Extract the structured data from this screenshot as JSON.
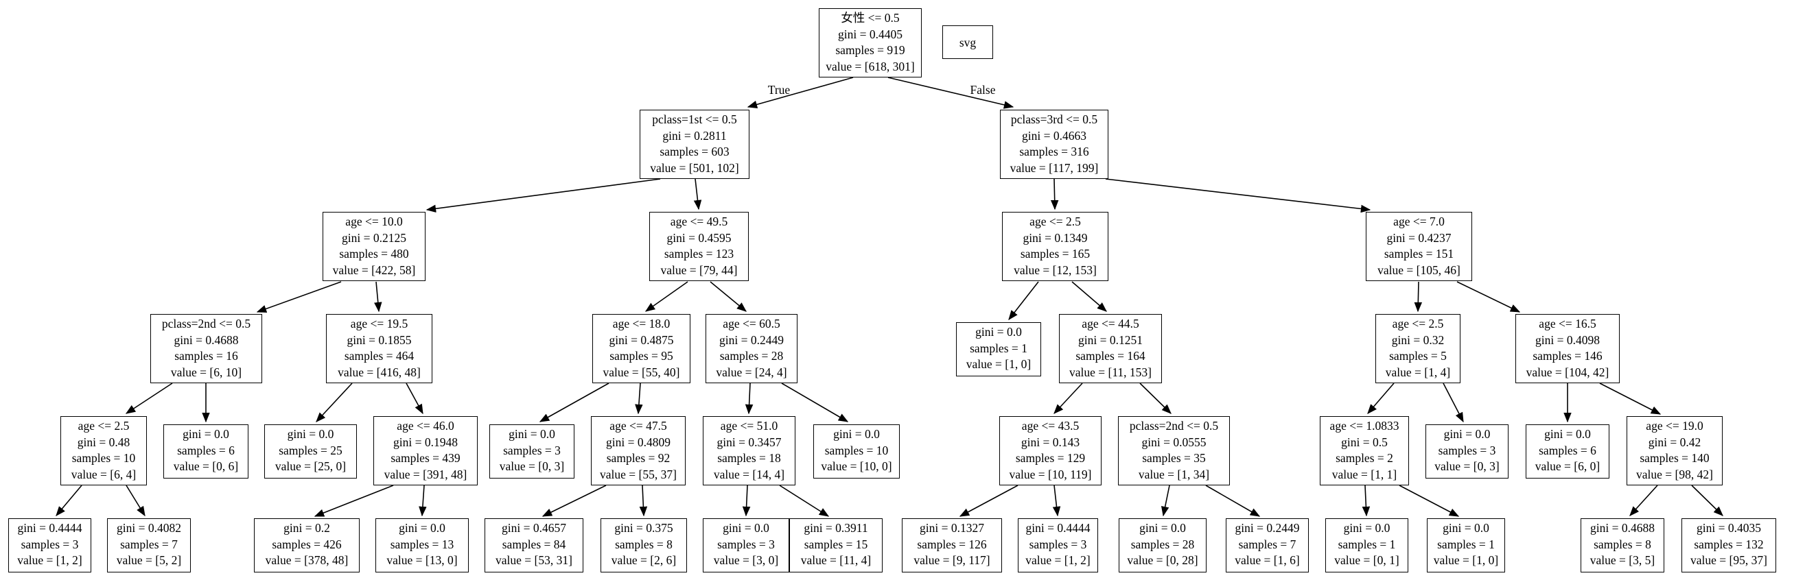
{
  "diagram": {
    "type": "decision-tree",
    "description": "Graphviz rendering of a scikit-learn decision tree (Titanic survival)",
    "colors": {
      "background": "#ffffff",
      "node_border": "#000000",
      "text": "#000000",
      "edge": "#000000"
    }
  },
  "edge_labels": {
    "true_label": "True",
    "false_label": "False"
  },
  "svg_badge": {
    "text": "svg"
  },
  "nodes": {
    "root": {
      "text": "女性 <= 0.5\ngini = 0.4405\nsamples = 919\nvalue = [618, 301]"
    },
    "p1": {
      "text": "pclass=1st <= 0.5\ngini = 0.2811\nsamples = 603\nvalue = [501, 102]"
    },
    "p3": {
      "text": "pclass=3rd <= 0.5\ngini = 0.4663\nsamples = 316\nvalue = [117, 199]"
    },
    "age10": {
      "text": "age <= 10.0\ngini = 0.2125\nsamples = 480\nvalue = [422, 58]"
    },
    "age49_5": {
      "text": "age <= 49.5\ngini = 0.4595\nsamples = 123\nvalue = [79, 44]"
    },
    "age2_5a": {
      "text": "age <= 2.5\ngini = 0.1349\nsamples = 165\nvalue = [12, 153]"
    },
    "age7": {
      "text": "age <= 7.0\ngini = 0.4237\nsamples = 151\nvalue = [105, 46]"
    },
    "p2a": {
      "text": "pclass=2nd <= 0.5\ngini = 0.4688\nsamples = 16\nvalue = [6, 10]"
    },
    "age19_5": {
      "text": "age <= 19.5\ngini = 0.1855\nsamples = 464\nvalue = [416, 48]"
    },
    "age18": {
      "text": "age <= 18.0\ngini = 0.4875\nsamples = 95\nvalue = [55, 40]"
    },
    "age60_5": {
      "text": "age <= 60.5\ngini = 0.2449\nsamples = 28\nvalue = [24, 4]"
    },
    "leaf_1_0_r4": {
      "text": "gini = 0.0\nsamples = 1\nvalue = [1, 0]"
    },
    "age44_5": {
      "text": "age <= 44.5\ngini = 0.1251\nsamples = 164\nvalue = [11, 153]"
    },
    "age2_5c": {
      "text": "age <= 2.5\ngini = 0.32\nsamples = 5\nvalue = [1, 4]"
    },
    "age16_5": {
      "text": "age <= 16.5\ngini = 0.4098\nsamples = 146\nvalue = [104, 42]"
    },
    "age2_5b": {
      "text": "age <= 2.5\ngini = 0.48\nsamples = 10\nvalue = [6, 4]"
    },
    "leaf_0_6": {
      "text": "gini = 0.0\nsamples = 6\nvalue = [0, 6]"
    },
    "leaf_25_0": {
      "text": "gini = 0.0\nsamples = 25\nvalue = [25, 0]"
    },
    "age46": {
      "text": "age <= 46.0\ngini = 0.1948\nsamples = 439\nvalue = [391, 48]"
    },
    "leaf_0_3a": {
      "text": "gini = 0.0\nsamples = 3\nvalue = [0, 3]"
    },
    "age47_5": {
      "text": "age <= 47.5\ngini = 0.4809\nsamples = 92\nvalue = [55, 37]"
    },
    "age51": {
      "text": "age <= 51.0\ngini = 0.3457\nsamples = 18\nvalue = [14, 4]"
    },
    "leaf_10_0": {
      "text": "gini = 0.0\nsamples = 10\nvalue = [10, 0]"
    },
    "age43_5": {
      "text": "age <= 43.5\ngini = 0.143\nsamples = 129\nvalue = [10, 119]"
    },
    "p2b": {
      "text": "pclass=2nd <= 0.5\ngini = 0.0555\nsamples = 35\nvalue = [1, 34]"
    },
    "age1_0833": {
      "text": "age <= 1.0833\ngini = 0.5\nsamples = 2\nvalue = [1, 1]"
    },
    "leaf_0_3b": {
      "text": "gini = 0.0\nsamples = 3\nvalue = [0, 3]"
    },
    "leaf_6_0": {
      "text": "gini = 0.0\nsamples = 6\nvalue = [6, 0]"
    },
    "age19": {
      "text": "age <= 19.0\ngini = 0.42\nsamples = 140\nvalue = [98, 42]"
    },
    "L1": {
      "text": "gini = 0.4444\nsamples = 3\nvalue = [1, 2]"
    },
    "L2": {
      "text": "gini = 0.4082\nsamples = 7\nvalue = [5, 2]"
    },
    "L3": {
      "text": "gini = 0.2\nsamples = 426\nvalue = [378, 48]"
    },
    "L4": {
      "text": "gini = 0.0\nsamples = 13\nvalue = [13, 0]"
    },
    "L5": {
      "text": "gini = 0.4657\nsamples = 84\nvalue = [53, 31]"
    },
    "L6": {
      "text": "gini = 0.375\nsamples = 8\nvalue = [2, 6]"
    },
    "L7": {
      "text": "gini = 0.0\nsamples = 3\nvalue = [3, 0]"
    },
    "L8": {
      "text": "gini = 0.3911\nsamples = 15\nvalue = [11, 4]"
    },
    "L9": {
      "text": "gini = 0.1327\nsamples = 126\nvalue = [9, 117]"
    },
    "L10": {
      "text": "gini = 0.4444\nsamples = 3\nvalue = [1, 2]"
    },
    "L11": {
      "text": "gini = 0.0\nsamples = 28\nvalue = [0, 28]"
    },
    "L12": {
      "text": "gini = 0.2449\nsamples = 7\nvalue = [1, 6]"
    },
    "L13": {
      "text": "gini = 0.0\nsamples = 1\nvalue = [0, 1]"
    },
    "L14": {
      "text": "gini = 0.0\nsamples = 1\nvalue = [1, 0]"
    },
    "L15": {
      "text": "gini = 0.4688\nsamples = 8\nvalue = [3, 5]"
    },
    "L16": {
      "text": "gini = 0.4035\nsamples = 132\nvalue = [95, 37]"
    }
  }
}
